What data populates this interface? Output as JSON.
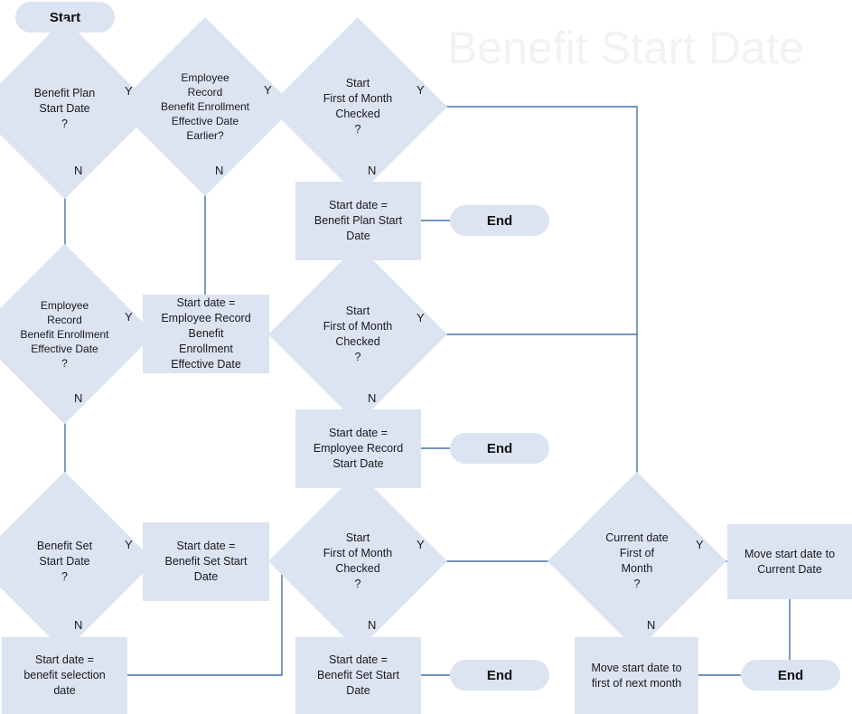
{
  "diagram": {
    "title": "Benefit Start Date",
    "type": "flowchart",
    "colors": {
      "shape_fill": "#dce3f1",
      "connector": "#4472a8",
      "title_text": "#f2f2f2",
      "body_text": "#1a1a1a",
      "background": "#ffffff"
    },
    "terminators": {
      "start": "Start",
      "end_1": "End",
      "end_2": "End",
      "end_3": "End",
      "end_4": "End"
    },
    "decisions": {
      "benefit_plan_start_date": "Benefit Plan\nStart Date\n?",
      "employee_record_earlier": "Employee\nRecord\nBenefit Enrollment\nEffective Date\nEarlier?",
      "first_of_month_1": "Start\nFirst of Month\nChecked\n?",
      "employee_record_effective_date": "Employee\nRecord\nBenefit Enrollment\nEffective Date\n?",
      "first_of_month_2": "Start\nFirst of Month\nChecked\n?",
      "benefit_set_start_date": "Benefit Set\nStart Date\n?",
      "first_of_month_3": "Start\nFirst of Month\nChecked\n?",
      "current_date_first_of_month": "Current date\nFirst of\nMonth\n?"
    },
    "processes": {
      "start_date_benefit_plan": "Start date =\nBenefit Plan Start\nDate",
      "start_date_employee_record_effective": "Start date =\nEmployee Record\nBenefit\nEnrollment\nEffective Date",
      "start_date_employee_record": "Start date =\nEmployee Record\nStart Date",
      "start_date_benefit_set": "Start date =\nBenefit Set Start\nDate",
      "start_date_benefit_selection": "Start date =\nbenefit selection\ndate",
      "start_date_benefit_set_2": "Start date =\nBenefit Set Start\nDate",
      "move_to_current_date": "Move start date to\nCurrent Date",
      "move_to_first_of_next_month": "Move start date to\nfirst of next month"
    },
    "branch_labels": {
      "y1": "Y",
      "n1": "N",
      "y2": "Y",
      "n2": "N",
      "y3": "Y",
      "n3": "N",
      "y4": "Y",
      "n4": "N",
      "y5": "Y",
      "n5": "N",
      "y6": "Y",
      "n6": "N",
      "y7": "Y",
      "n7": "N",
      "y8": "Y",
      "n8": "N"
    }
  }
}
